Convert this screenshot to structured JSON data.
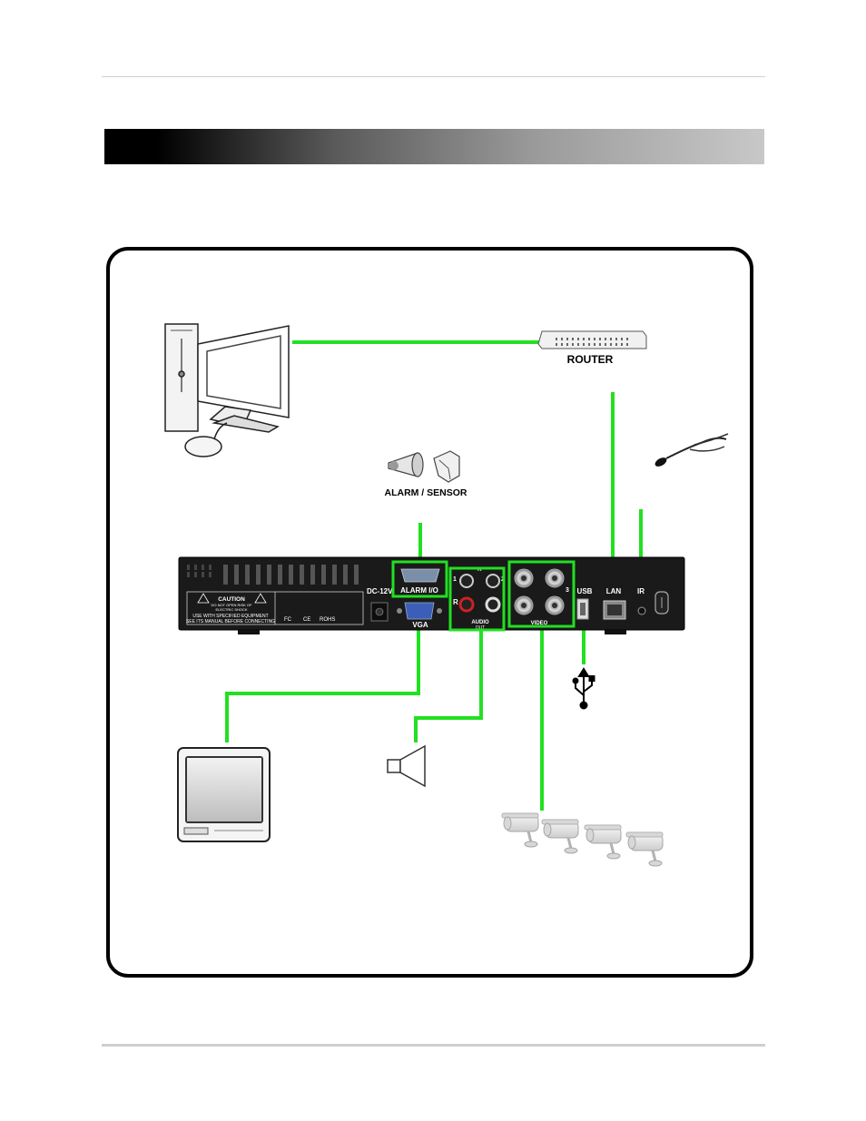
{
  "labels": {
    "router": "ROUTER",
    "alarm_sensor": "ALARM / SENSOR",
    "alarm_io": "ALARM I/O",
    "dc12v": "DC-12V",
    "vga": "VGA",
    "audio": "AUDIO",
    "audio_out": "OUT",
    "audio_in": "IN",
    "audio_r": "R",
    "video": "VIDEO",
    "usb": "USB",
    "lan": "LAN",
    "ir": "IR",
    "caution": "CAUTION",
    "caution_line1": "DO NOT OPEN RISK OF",
    "caution_line2": "ELECTRIC SHOCK",
    "caution_line3": "USE WITH SPECIFIED EQUIPMENT",
    "caution_line4": "SEE ITS MANUAL BEFORE CONNECTING",
    "cert_fc": "FC",
    "cert_ce": "CE",
    "cert_rohs": "ROHS",
    "ch1": "1",
    "ch2": "2",
    "ch3": "3"
  },
  "colors": {
    "cable": "#22e022",
    "highlight": "#22e022",
    "dvr_body": "#1a1a1a",
    "panel_text": "#ffffff"
  },
  "icons": [
    "computer-icon",
    "router-icon",
    "microphone-icon",
    "alarm-siren-icon",
    "sensor-icon",
    "monitor-icon",
    "speaker-icon",
    "usb-icon",
    "camera-icon"
  ]
}
